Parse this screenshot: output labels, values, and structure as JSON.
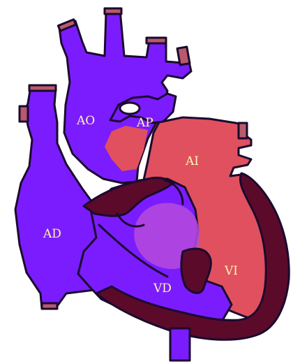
{
  "colors": {
    "deoxygenated": "#7b1cff",
    "oxygenated": "#e0505f",
    "muscle": "#5c0a2a",
    "mixing": "#b64bdc",
    "vessel_cut": "#b85a6c",
    "outline": "#1a0a2e",
    "label_text": "#fff6b0"
  },
  "labels": {
    "ao": "AO",
    "ap": "AP",
    "ai": "AI",
    "ad": "AD",
    "vi": "VI",
    "vd": "VD"
  }
}
